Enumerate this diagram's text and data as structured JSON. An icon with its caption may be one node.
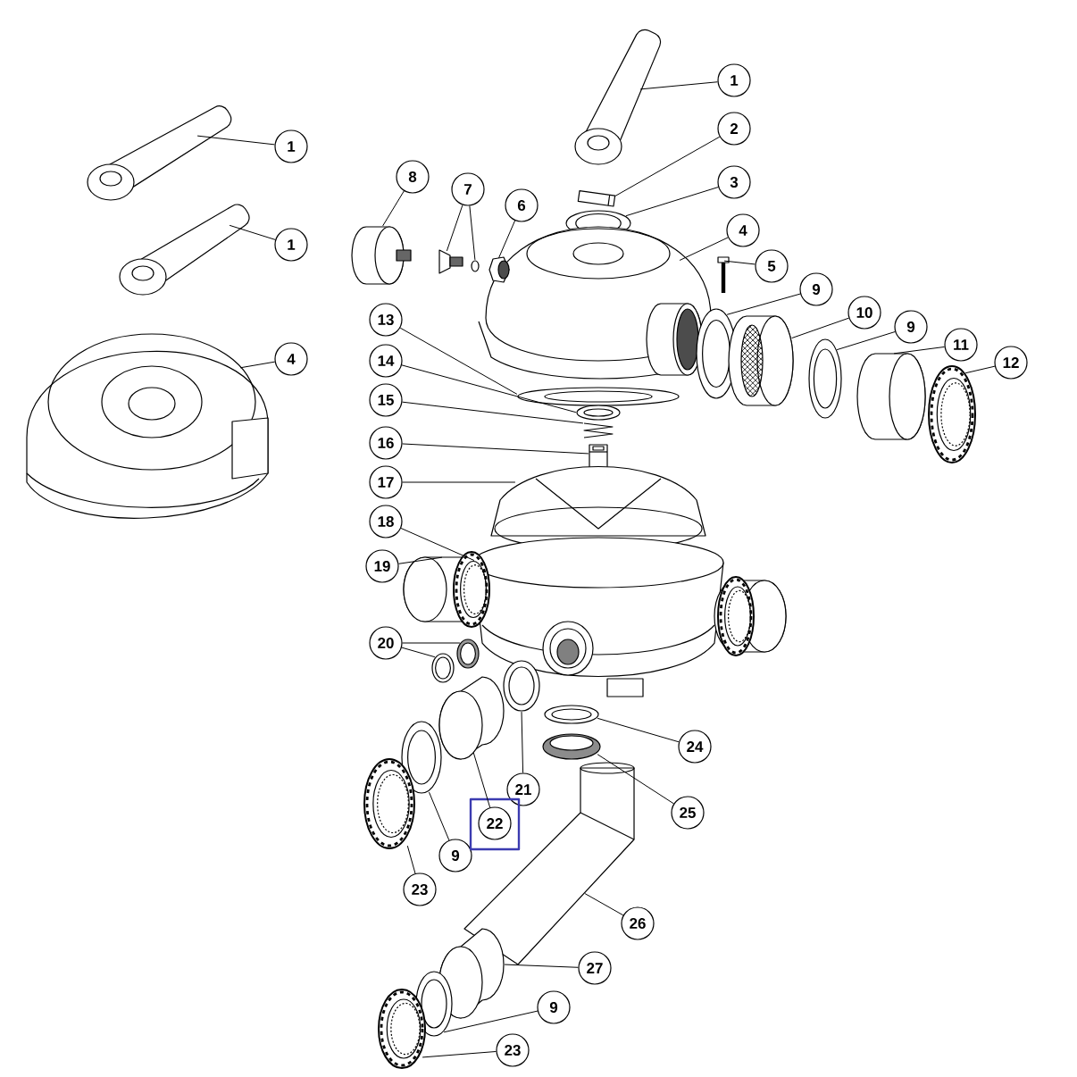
{
  "diagram": {
    "nodes": [
      {
        "text": [
          "1"
        ]
      },
      {
        "text": [
          "2"
        ]
      },
      {
        "text": [
          "1"
        ]
      },
      {
        "text": [
          "8"
        ]
      },
      {
        "text": [
          "3"
        ]
      },
      {
        "text": [
          "7"
        ]
      },
      {
        "text": [
          "6"
        ]
      },
      {
        "text": [
          "4"
        ]
      },
      {
        "text": [
          "1"
        ]
      },
      {
        "text": [
          "5"
        ]
      },
      {
        "text": [
          "9"
        ]
      },
      {
        "text": [
          "10"
        ]
      },
      {
        "text": [
          "13"
        ]
      },
      {
        "text": [
          "9"
        ]
      },
      {
        "text": [
          "11"
        ]
      },
      {
        "text": [
          "4"
        ]
      },
      {
        "text": [
          "14"
        ]
      },
      {
        "text": [
          "12"
        ]
      },
      {
        "text": [
          "15"
        ]
      },
      {
        "text": [
          "16"
        ]
      },
      {
        "text": [
          "17"
        ]
      },
      {
        "text": [
          "18"
        ]
      },
      {
        "text": [
          "19"
        ]
      },
      {
        "text": [
          "20"
        ]
      },
      {
        "text": [
          "24"
        ]
      },
      {
        "text": [
          "21"
        ]
      },
      {
        "text": [
          "25"
        ]
      },
      {
        "text": [
          "22"
        ]
      },
      {
        "text": [
          "9"
        ]
      },
      {
        "text": [
          "23"
        ]
      },
      {
        "text": [
          "26"
        ]
      },
      {
        "text": [
          "27"
        ]
      },
      {
        "text": [
          "9"
        ]
      },
      {
        "text": [
          "23"
        ]
      },
      {
        "text": [],
        "shape": "picture"
      },
      {
        "text": [],
        "shape": "picture"
      },
      {
        "text": [],
        "shape": "picture"
      },
      {
        "text": [],
        "shape": "picture"
      },
      {
        "text": [],
        "shape": "picture"
      },
      {
        "text": [],
        "shape": "picture"
      },
      {
        "text": [],
        "shape": "picture"
      },
      {
        "text": [],
        "shape": "picture"
      },
      {
        "text": [],
        "shape": "picture"
      },
      {
        "text": [],
        "shape": "picture"
      },
      {
        "text": [],
        "shape": "picture"
      },
      {
        "text": [],
        "shape": "picture"
      },
      {
        "text": [],
        "shape": "picture"
      },
      {
        "text": [],
        "shape": "picture"
      },
      {
        "text": [],
        "shape": "picture"
      },
      {
        "text": [],
        "shape": "picture"
      },
      {
        "text": [],
        "shape": "picture"
      },
      {
        "text": [],
        "shape": "picture"
      },
      {
        "text": [],
        "shape": "picture"
      },
      {
        "text": [],
        "shape": "picture"
      },
      {
        "text": [],
        "shape": "picture"
      },
      {
        "text": [],
        "shape": "picture"
      },
      {
        "text": [],
        "shape": "picture"
      },
      {
        "text": [],
        "shape": "picture"
      },
      {
        "text": [],
        "shape": "picture"
      },
      {
        "text": [],
        "shape": "picture"
      },
      {
        "text": [],
        "shape": "picture"
      },
      {
        "text": [],
        "shape": "picture"
      },
      {
        "text": [],
        "shape": "picture"
      },
      {
        "text": [],
        "shape": "picture"
      },
      {
        "text": [],
        "shape": "picture"
      },
      {
        "text": [],
        "shape": "picture"
      },
      {
        "text": [],
        "shape": "picture"
      },
      {
        "text": [],
        "shape": "picture"
      },
      {
        "text": [],
        "shape": "picture"
      },
      {
        "text": [],
        "shape": "picture"
      }
    ],
    "edges": [
      {
        "from": 0,
        "to": 34,
        "arrow": "none"
      },
      {
        "from": 1,
        "to": 35,
        "arrow": "none"
      },
      {
        "from": 2,
        "to": 36,
        "arrow": "none"
      },
      {
        "from": 3,
        "to": 37,
        "arrow": "none"
      },
      {
        "from": 4,
        "to": 38,
        "arrow": "none"
      },
      {
        "from": 5,
        "to": 39,
        "arrow": "none"
      },
      {
        "from": 5,
        "to": 40,
        "arrow": "none"
      },
      {
        "from": 6,
        "to": 41,
        "arrow": "none"
      },
      {
        "from": 7,
        "to": 42,
        "arrow": "none"
      },
      {
        "from": 8,
        "to": 43,
        "arrow": "none"
      },
      {
        "from": 9,
        "to": 44,
        "arrow": "none"
      },
      {
        "from": 10,
        "to": 45,
        "arrow": "none"
      },
      {
        "from": 11,
        "to": 46,
        "arrow": "none"
      },
      {
        "from": 12,
        "to": 47,
        "arrow": "none"
      },
      {
        "from": 13,
        "to": 48,
        "arrow": "none"
      },
      {
        "from": 14,
        "to": 49,
        "arrow": "none"
      },
      {
        "from": 15,
        "to": 50,
        "arrow": "none"
      },
      {
        "from": 16,
        "to": 51,
        "arrow": "none"
      },
      {
        "from": 17,
        "to": 52,
        "arrow": "none"
      },
      {
        "from": 18,
        "to": 53,
        "arrow": "none"
      },
      {
        "from": 19,
        "to": 54,
        "arrow": "none"
      },
      {
        "from": 20,
        "to": 55,
        "arrow": "none"
      },
      {
        "from": 21,
        "to": 56,
        "arrow": "none"
      },
      {
        "from": 22,
        "to": 57,
        "arrow": "none"
      },
      {
        "from": 23,
        "to": 58,
        "arrow": "none"
      },
      {
        "from": 23,
        "to": 59,
        "arrow": "none"
      },
      {
        "from": 24,
        "to": 60,
        "arrow": "none"
      },
      {
        "from": 25,
        "to": 61,
        "arrow": "none"
      },
      {
        "from": 26,
        "to": 62,
        "arrow": "none"
      },
      {
        "from": 27,
        "to": 63,
        "arrow": "none"
      },
      {
        "from": 28,
        "to": 64,
        "arrow": "none"
      },
      {
        "from": 29,
        "to": 65,
        "arrow": "none"
      },
      {
        "from": 30,
        "to": 66,
        "arrow": "none"
      },
      {
        "from": 31,
        "to": 67,
        "arrow": "none"
      },
      {
        "from": 32,
        "to": 68,
        "arrow": "none"
      },
      {
        "from": 33,
        "to": 69,
        "arrow": "none"
      }
    ]
  }
}
